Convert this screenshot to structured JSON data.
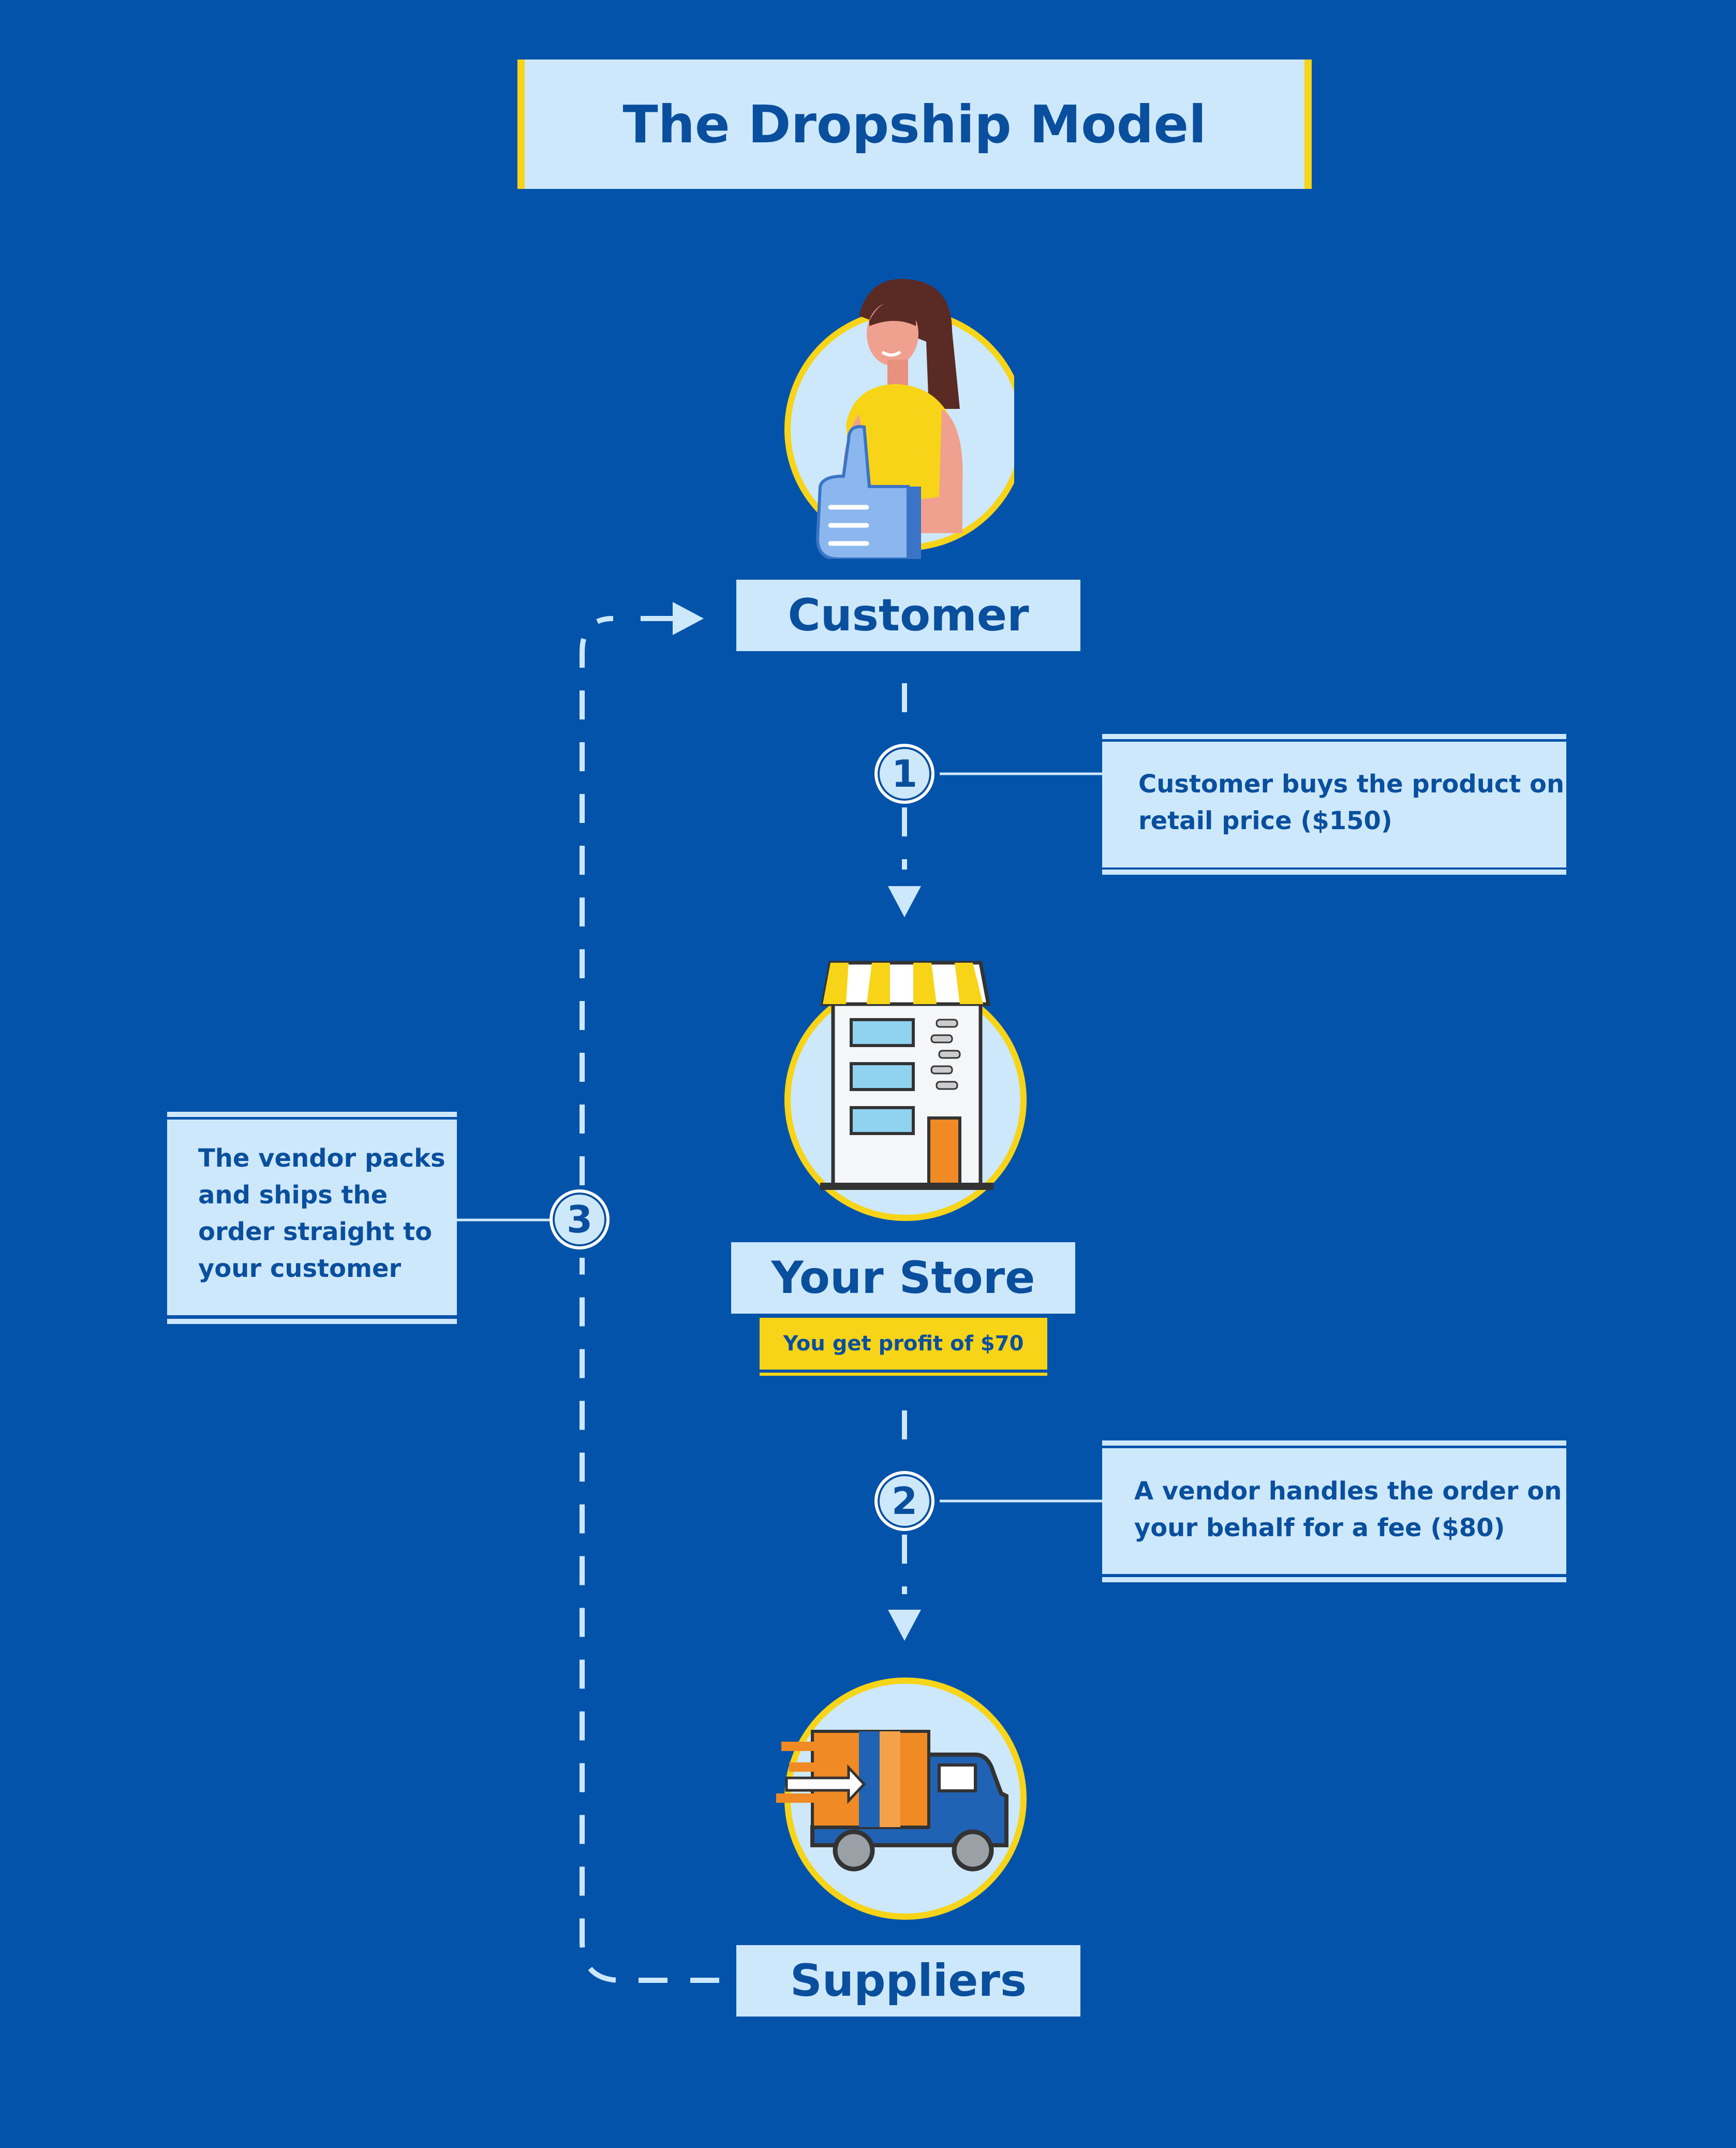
{
  "title": "The Dropship Model",
  "nodes": {
    "customer": "Customer",
    "store": "Your Store",
    "suppliers": "Suppliers"
  },
  "profit_badge": "You get profit of $70",
  "steps": [
    {
      "number": "1",
      "lines": [
        "Customer buys the product on",
        "retail price ($150)"
      ]
    },
    {
      "number": "2",
      "lines": [
        "A vendor handles the order on",
        "your behalf for a fee ($80)"
      ]
    },
    {
      "number": "3",
      "lines": [
        "The vendor packs",
        "and ships the",
        "order straight to",
        "your customer"
      ]
    }
  ],
  "icons": {
    "customer": "woman-thumbs-up-icon",
    "store": "storefront-icon",
    "suppliers": "delivery-truck-icon"
  },
  "colors": {
    "background": "#0453aa",
    "panel": "#cde8fb",
    "accent": "#f7d417",
    "text": "#0a4f9e"
  }
}
